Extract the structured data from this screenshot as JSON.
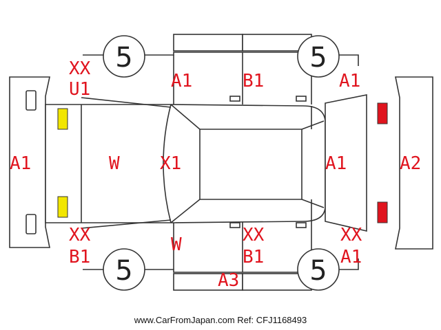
{
  "tires": {
    "front_left": "5",
    "front_right": "5",
    "rear_left": "5",
    "rear_right": "5"
  },
  "marks": {
    "top_left_xx": "XX",
    "top_left_u1": "U1",
    "top_left_door": "A1",
    "top_right_door": "B1",
    "top_right_corner": "A1",
    "front_bumper": "A1",
    "hood": "W",
    "windshield": "X1",
    "rear_window": "A1",
    "rear_bumper": "A2",
    "bottom_left_xx": "XX",
    "bottom_left_b1": "B1",
    "bottom_left_w": "W",
    "bottom_mid_xx": "XX",
    "bottom_mid_b1": "B1",
    "bottom_right_xx": "XX",
    "bottom_right_a1": "A1",
    "bottom_sill": "A3"
  },
  "colors": {
    "mark_text": "#e0141e",
    "headlight": "#f2e600",
    "taillight": "#e0141e"
  },
  "footer": "www.CarFromJapan.com Ref: CFJ1168493"
}
